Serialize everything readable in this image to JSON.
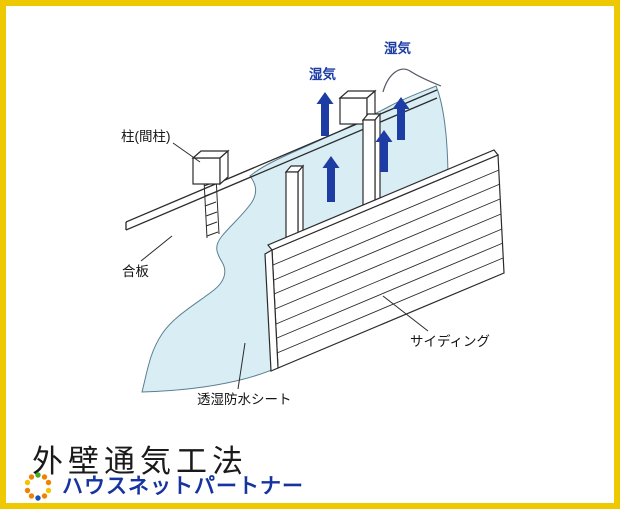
{
  "frame": {
    "border_color": "#eec800"
  },
  "diagram": {
    "labels": {
      "pillar": "柱(間柱)",
      "plywood": "合板",
      "sheet": "透湿防水シート",
      "siding": "サイディング",
      "moisture_left": "湿気",
      "moisture_right": "湿気"
    },
    "colors": {
      "sheet_fill": "#d9edf5",
      "arrow": "#1d3da5",
      "outline": "#2b2b2b"
    }
  },
  "title": {
    "text": "外壁通気工法"
  },
  "footer": {
    "brand": "ハウスネットパートナー",
    "brand_color": "#1733a0"
  }
}
